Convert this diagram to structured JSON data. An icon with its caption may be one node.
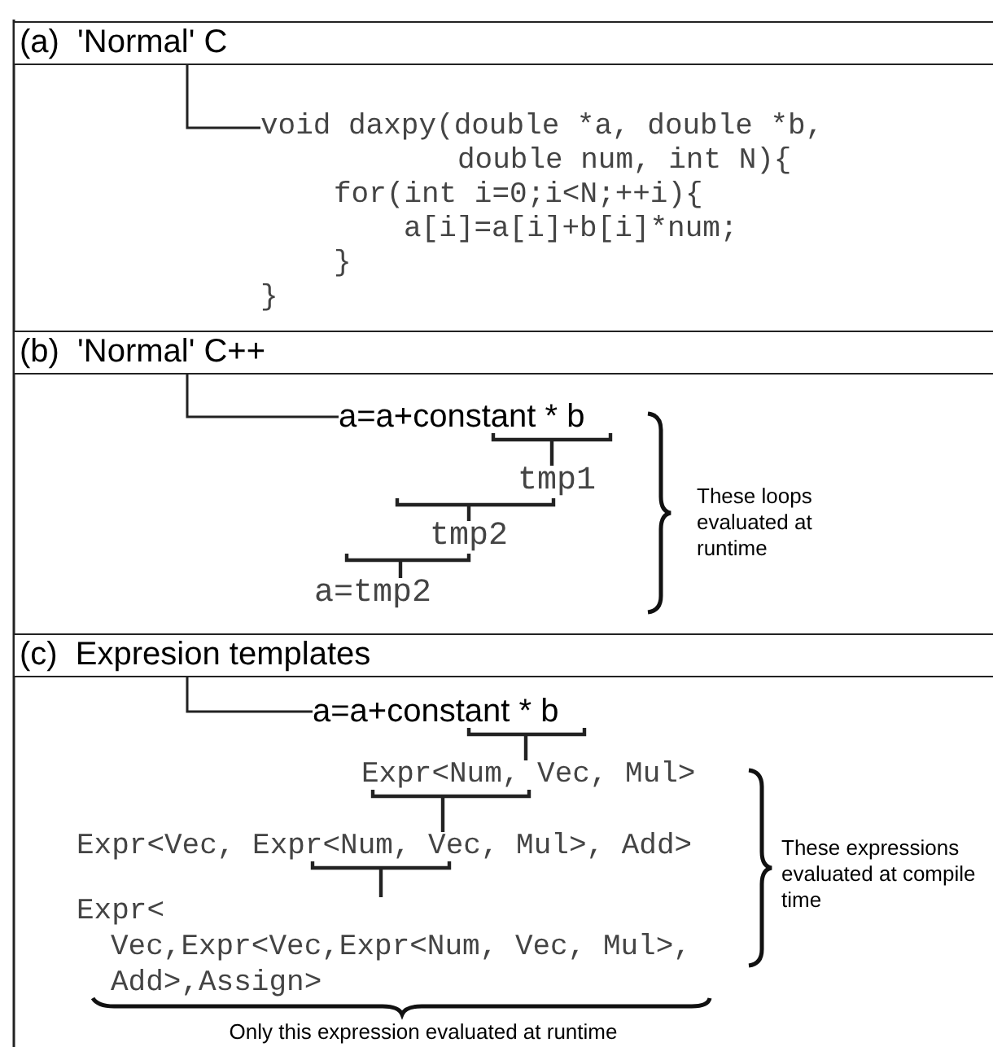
{
  "diagram": {
    "nodes": [
      {
        "text": [
          "(a)  'Normal' C"
        ]
      },
      {
        "text": [
          "void daxpy(double *a, double *b,",
          "double num, int N){",
          "for(int i=0;i<N;++i){",
          "a[i]=a[i]+b[i]*num;",
          "}",
          "}"
        ]
      },
      {
        "text": [
          "(b)  'Normal' C++"
        ]
      },
      {
        "text": [
          "a=a+constant * b"
        ]
      },
      {
        "text": [
          "tmp1"
        ]
      },
      {
        "text": [
          "tmp2"
        ]
      },
      {
        "text": [
          "a=tmp2"
        ]
      },
      {
        "text": [
          "(c)  Expresion templates"
        ]
      },
      {
        "text": [
          "a=a+constant * b"
        ]
      },
      {
        "text": [
          "Expr<Num, Vec, Mul>"
        ]
      },
      {
        "text": [
          "Expr<Vec, Expr<Num, Vec, Mul>, Add>"
        ]
      },
      {
        "text": [
          "Expr<",
          "Vec,Expr<Vec,Expr<Num, Vec, Mul>,",
          "Add>,Assign>"
        ]
      }
    ],
    "edges": [
      {
        "from": 0,
        "to": 1,
        "arrow": "none"
      },
      {
        "from": 2,
        "to": 3,
        "arrow": "none"
      },
      {
        "from": 3,
        "to": 4,
        "arrow": "none"
      },
      {
        "from": 4,
        "to": 5,
        "arrow": "none"
      },
      {
        "from": 5,
        "to": 6,
        "arrow": "none"
      },
      {
        "from": 7,
        "to": 8,
        "arrow": "none"
      },
      {
        "from": 8,
        "to": 9,
        "arrow": "none"
      },
      {
        "from": 9,
        "to": 10,
        "arrow": "none"
      },
      {
        "from": 10,
        "to": 11,
        "arrow": "none"
      }
    ],
    "labels": [
      "These loops evaluated at runtime",
      "These expressions evaluated at compile time",
      "Only this expression evaluated at runtime"
    ]
  }
}
